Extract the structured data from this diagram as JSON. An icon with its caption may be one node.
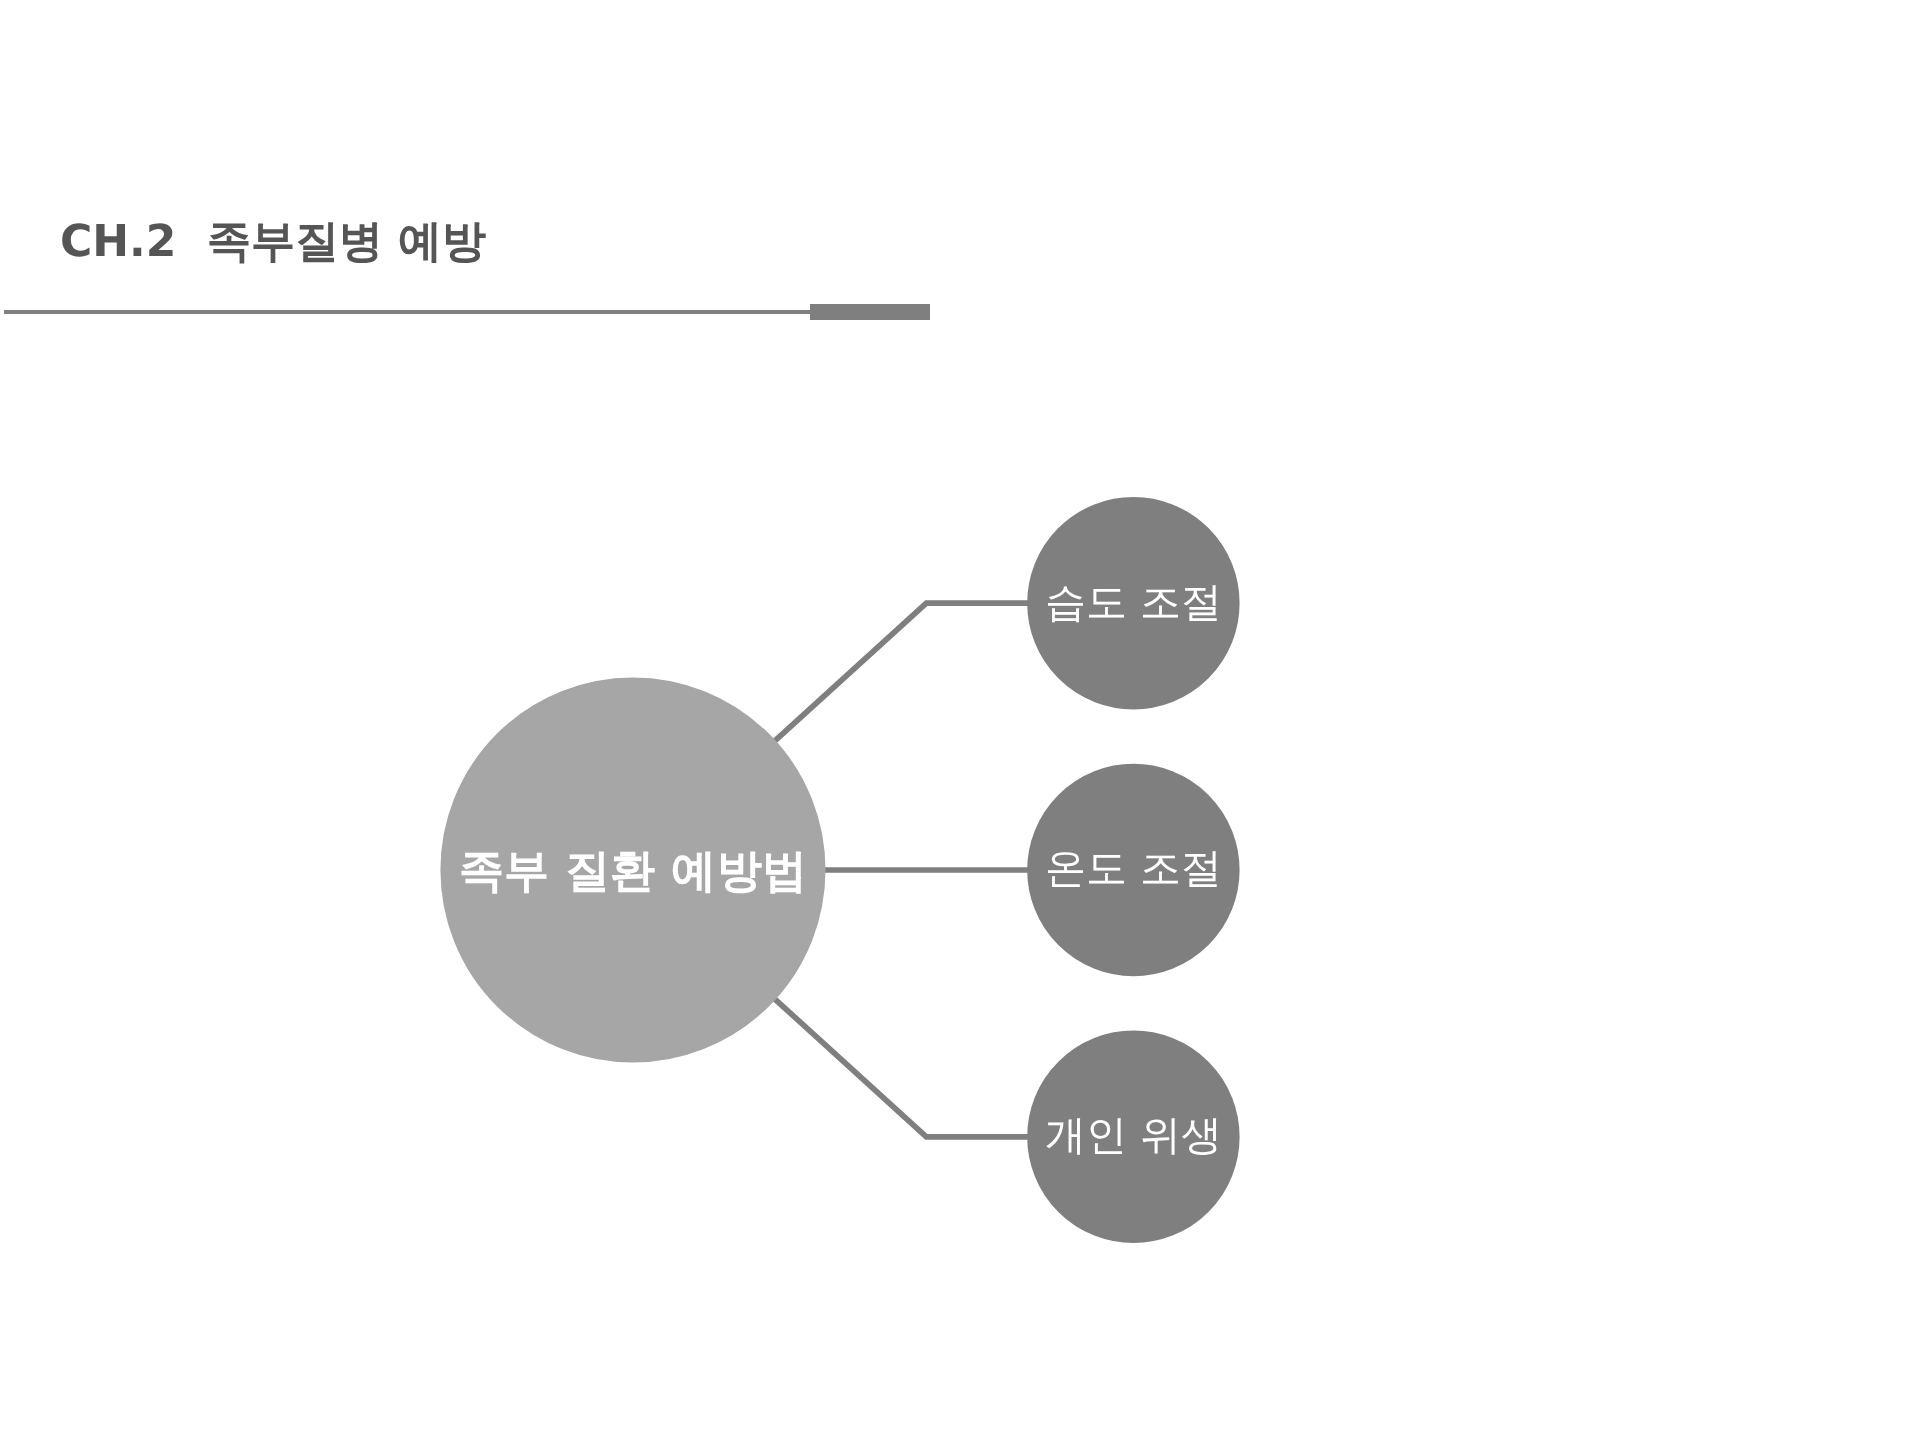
{
  "diagram": {
    "title": "CH.2  족부질병 예방",
    "nodes": [
      {
        "text": [
          "족부 질환 예방법"
        ]
      },
      {
        "text": [
          "습도 조절"
        ]
      },
      {
        "text": [
          "온도 조절"
        ]
      },
      {
        "text": [
          "개인 위생"
        ]
      }
    ],
    "edges": [
      {
        "from": 0,
        "to": 1,
        "arrow": "none"
      },
      {
        "from": 0,
        "to": 2,
        "arrow": "none"
      },
      {
        "from": 0,
        "to": 3,
        "arrow": "none"
      }
    ]
  }
}
